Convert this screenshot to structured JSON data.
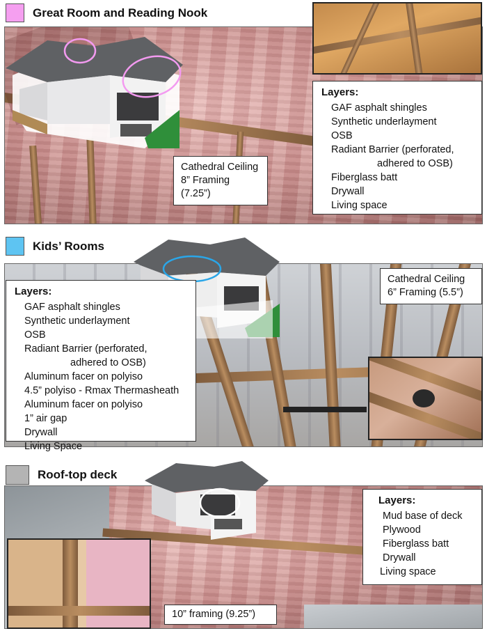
{
  "sections": [
    {
      "title": "Great Room and Reading Nook",
      "swatch_color": "#f59ff0",
      "callout_color": "#f39af0",
      "framing_label": [
        "Cathedral Ceiling",
        "8” Framing (7.25”)"
      ],
      "layers_header": "Layers:",
      "layers": [
        "GAF asphalt shingles",
        "Synthetic underlayment",
        "OSB",
        "Radiant Barrier (perforated,",
        "adhered to OSB)",
        "Fiberglass batt",
        "Drywall",
        "Living space"
      ]
    },
    {
      "title": "Kids’ Rooms",
      "swatch_color": "#5ec4f2",
      "callout_color": "#2aa6e8",
      "framing_label": [
        "Cathedral Ceiling",
        "6” Framing (5.5”)"
      ],
      "layers_header": "Layers:",
      "layers": [
        "GAF asphalt shingles",
        "Synthetic underlayment",
        "OSB",
        "Radiant Barrier (perforated,",
        "adhered to OSB)",
        "Aluminum facer on polyiso",
        "4.5” polyiso - Rmax Thermasheath",
        "Aluminum facer on polyiso",
        "1” air gap",
        "Drywall",
        "Living Space"
      ]
    },
    {
      "title": "Roof-top deck",
      "swatch_color": "#b4b4b4",
      "callout_color": "#ffffff",
      "framing_label": [
        "10” framing (9.25”)"
      ],
      "layers_header": "Layers:",
      "layers": [
        "Mud base of deck",
        "Plywood",
        "Fiberglass batt",
        "Drywall",
        "Living space"
      ]
    }
  ]
}
